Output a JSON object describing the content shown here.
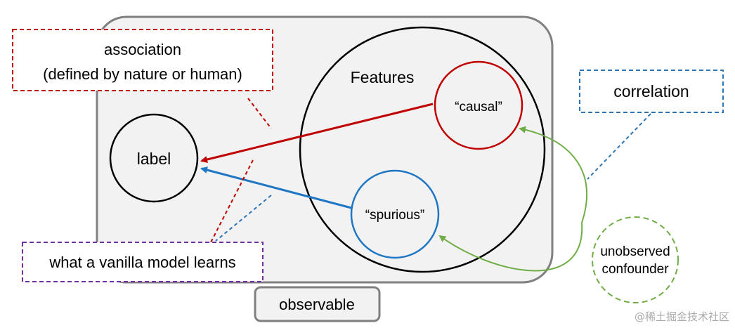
{
  "labels": {
    "association_line1": "association",
    "association_line2": "(defined by nature or human)",
    "features": "Features",
    "causal": "“causal”",
    "spurious": "“spurious”",
    "label": "label",
    "correlation": "correlation",
    "vanilla_model": "what a vanilla model learns",
    "unobserved_line1": "unobserved",
    "unobserved_line2": "confounder",
    "observable": "observable"
  },
  "watermark": "@稀土掘金技术社区",
  "colors": {
    "association": "#c00000",
    "causal_arrow": "#c00000",
    "spurious_arrow": "#1f77c4",
    "correlation": "#2e75b6",
    "vanilla_model": "#7030a0",
    "confounder": "#70ad47",
    "observable_box": "#7f7f7f",
    "panel_fill": "#f2f2f2"
  }
}
